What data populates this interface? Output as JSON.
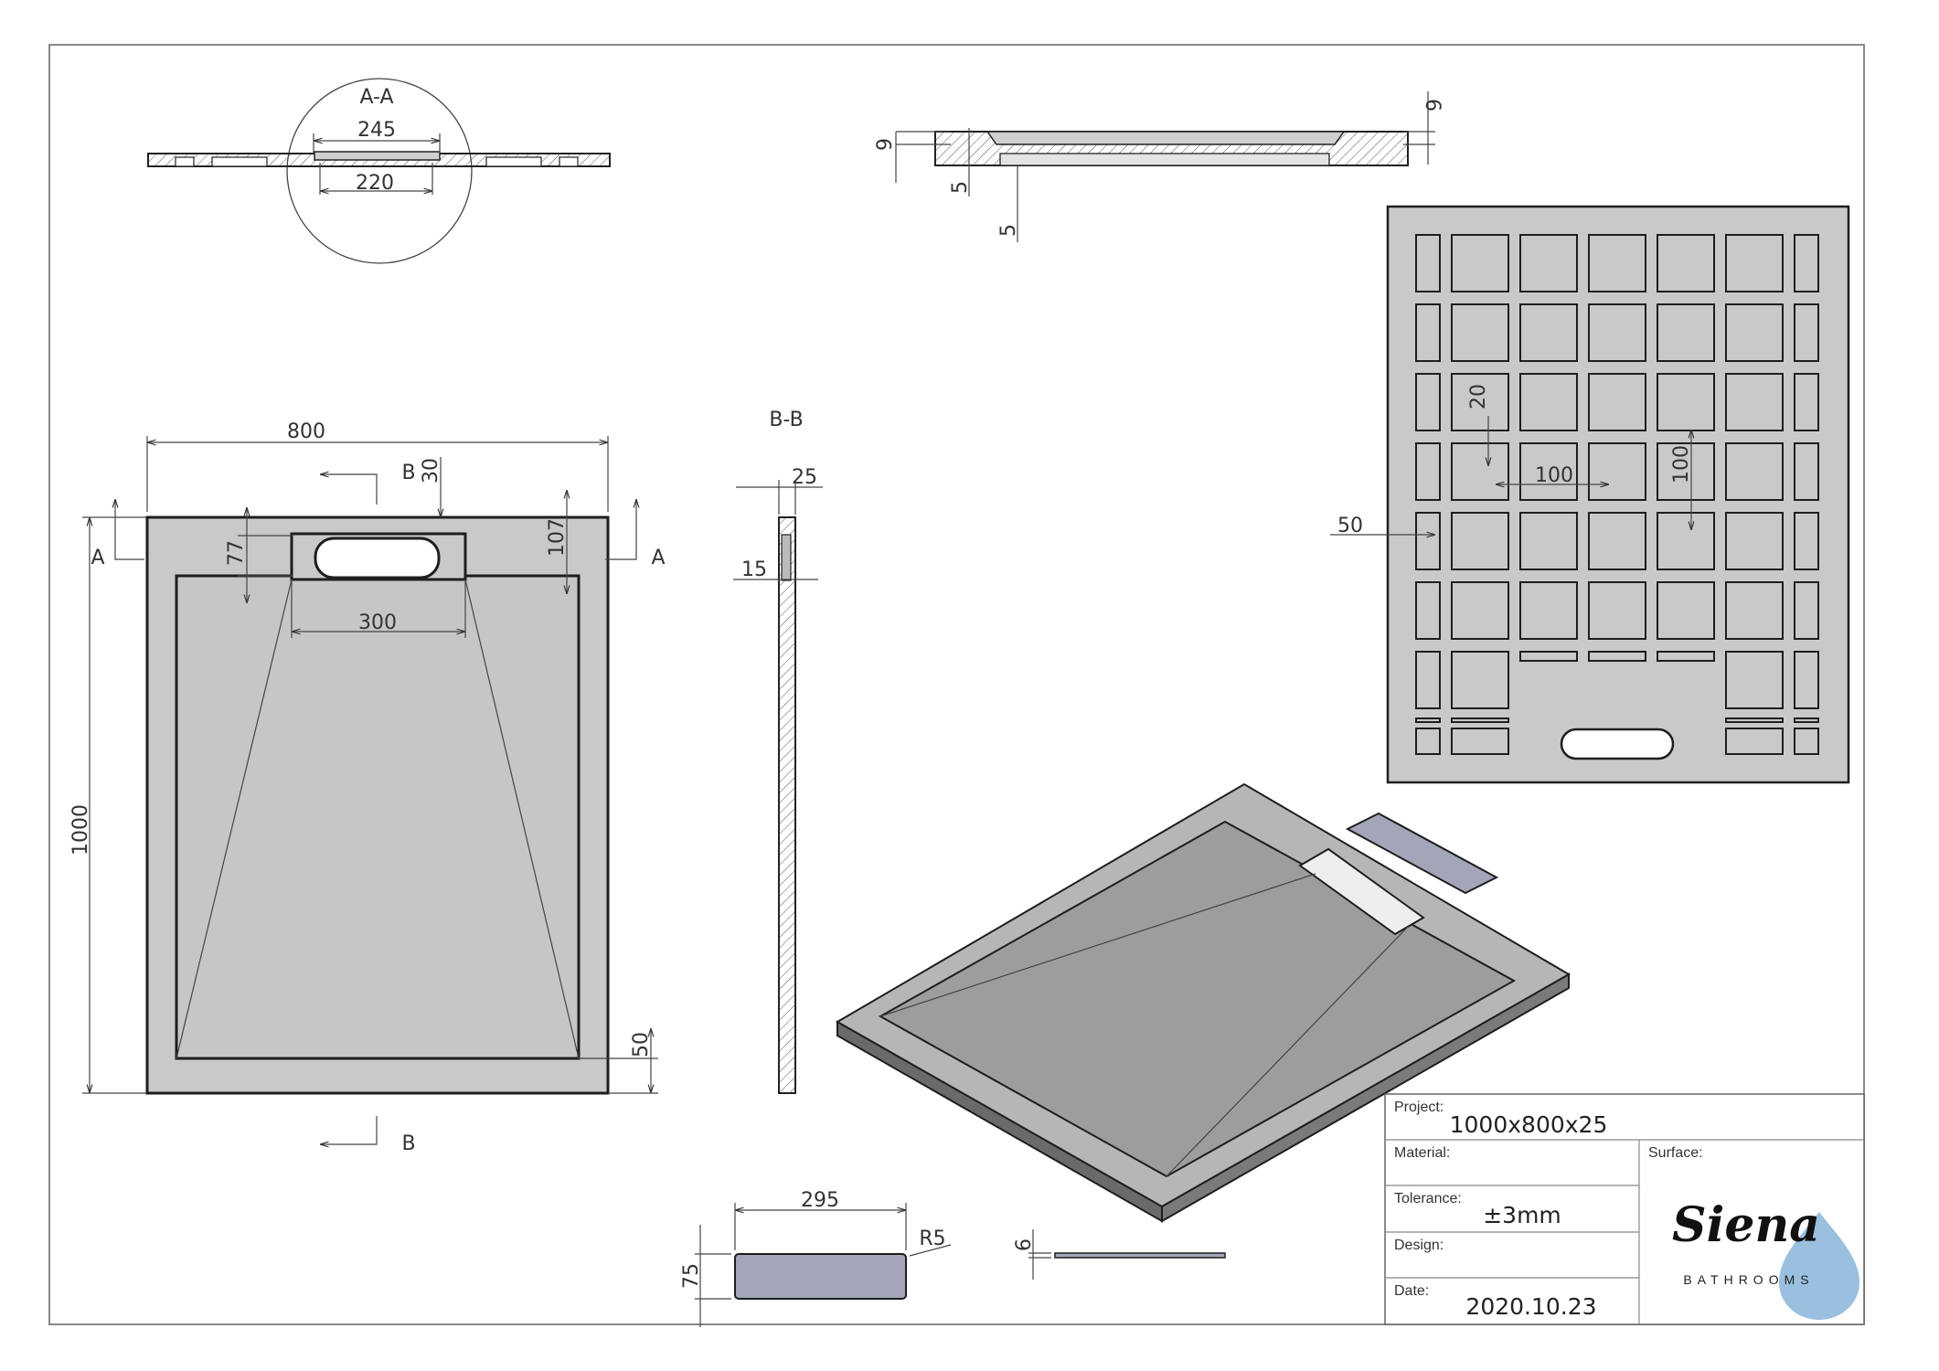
{
  "views": {
    "section_aa": {
      "title": "A-A",
      "dims": {
        "outer": "245",
        "inner": "220"
      }
    },
    "section_bb": {
      "title": "B-B",
      "dims": {
        "thickness": "25",
        "slope": "15"
      }
    },
    "side_section": {
      "dims": {
        "h9": "9",
        "h5a": "5",
        "h5b": "5",
        "h6": "6"
      }
    },
    "top_view": {
      "dims": {
        "width": "800",
        "length": "1000",
        "d77": "77",
        "d30": "30",
        "d107": "107",
        "d300": "300",
        "d50": "50"
      },
      "section_labels": {
        "a_left": "A",
        "a_right": "A",
        "b_top": "B",
        "b_bottom": "B"
      }
    },
    "underside_view": {
      "dims": {
        "d20": "20",
        "d100h": "100",
        "d100v": "100",
        "d50": "50"
      }
    },
    "cover_plate": {
      "dims": {
        "width": "295",
        "height": "75",
        "radius": "R5",
        "thickness": "6"
      }
    }
  },
  "title_block": {
    "project_label": "Project:",
    "project_value": "1000x800x25",
    "material_label": "Material:",
    "material_value": "",
    "surface_label": "Surface:",
    "tolerance_label": "Tolerance:",
    "tolerance_value": "±3mm",
    "design_label": "Design:",
    "design_value": "",
    "date_label": "Date:",
    "date_value": "2020.10.23"
  },
  "logo": {
    "brand": "Siena",
    "subtitle": "BATHROOMS",
    "drop_color": "#8fb8dc"
  },
  "colors": {
    "tray_fill": "#c9c9c9",
    "tray_stroke": "#1e1e1e",
    "cover_fill": "#a3a6b8",
    "iso_top": "#9d9d9d",
    "iso_side": "#6a6a6a"
  }
}
